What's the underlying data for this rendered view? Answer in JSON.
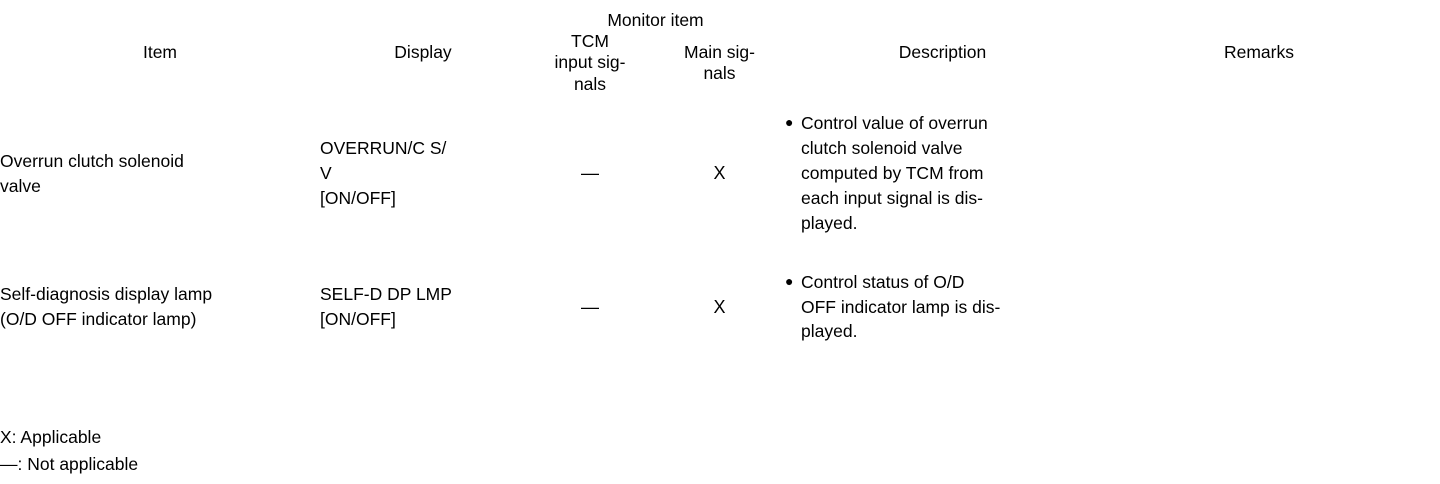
{
  "table": {
    "headers": {
      "item": "Item",
      "display": "Display",
      "monitor_item": "Monitor item",
      "tcm_input_signals": "TCM\ninput sig-\nnals",
      "main_signals": "Main sig-\nnals",
      "description": "Description",
      "remarks": "Remarks"
    },
    "rows": [
      {
        "item": "Overrun clutch solenoid\nvalve",
        "display": "OVERRUN/C S/\nV\n[ON/OFF]",
        "tcm_input_signals": "—",
        "main_signals": "X",
        "description": "Control value of overrun\nclutch solenoid valve\ncomputed by TCM from\neach input signal is dis-\nplayed.",
        "remarks": ""
      },
      {
        "item": "Self-diagnosis display lamp\n(O/D OFF indicator lamp)",
        "display": "SELF-D DP LMP\n[ON/OFF]",
        "tcm_input_signals": "—",
        "main_signals": "X",
        "description": "Control status of O/D\nOFF indicator lamp is dis-\nplayed.",
        "remarks": ""
      }
    ]
  },
  "legend": {
    "applicable": "X: Applicable",
    "not_applicable": "—: Not applicable"
  }
}
